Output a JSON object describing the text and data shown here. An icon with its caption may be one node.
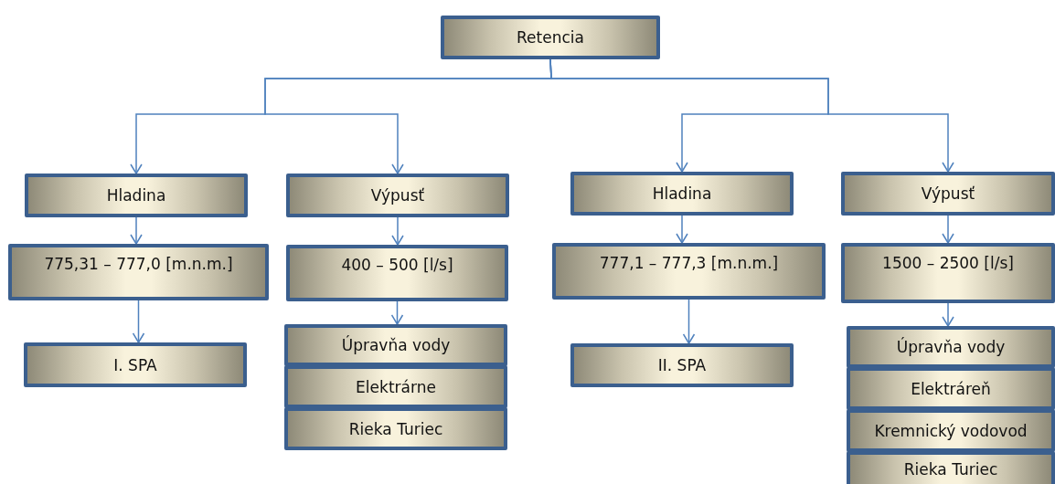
{
  "diagram": {
    "nodes": [
      {
        "text": [
          "Retencia"
        ]
      },
      {
        "text": [
          "Hladina"
        ]
      },
      {
        "text": [
          "775,31 – 777,0  [m.n.m.]"
        ]
      },
      {
        "text": [
          "I. SPA"
        ]
      },
      {
        "text": [
          "Výpusť"
        ]
      },
      {
        "text": [
          "400 – 500 [l/s]"
        ]
      },
      {
        "text": [
          "Úpravňa vody"
        ]
      },
      {
        "text": [
          "Elektrárne"
        ]
      },
      {
        "text": [
          "Rieka Turiec"
        ]
      },
      {
        "text": [
          "Hladina"
        ]
      },
      {
        "text": [
          "777,1 – 777,3 [m.n.m.]"
        ]
      },
      {
        "text": [
          "II. SPA"
        ]
      },
      {
        "text": [
          "Výpusť"
        ]
      },
      {
        "text": [
          "1500 – 2500 [l/s]"
        ]
      },
      {
        "text": [
          "Úpravňa vody"
        ]
      },
      {
        "text": [
          "Elektráreň"
        ]
      },
      {
        "text": [
          "Kremnický vodovod"
        ]
      },
      {
        "text": [
          "Rieka Turiec"
        ]
      }
    ],
    "edges": [
      {
        "from": 0,
        "to": 1,
        "arrow": "to"
      },
      {
        "from": 0,
        "to": 4,
        "arrow": "to"
      },
      {
        "from": 0,
        "to": 9,
        "arrow": "to"
      },
      {
        "from": 0,
        "to": 12,
        "arrow": "to"
      },
      {
        "from": 1,
        "to": 2,
        "arrow": "to"
      },
      {
        "from": 2,
        "to": 3,
        "arrow": "to"
      },
      {
        "from": 4,
        "to": 5,
        "arrow": "to"
      },
      {
        "from": 5,
        "to": 6,
        "arrow": "to"
      },
      {
        "from": 9,
        "to": 10,
        "arrow": "to"
      },
      {
        "from": 10,
        "to": 11,
        "arrow": "to"
      },
      {
        "from": 12,
        "to": 13,
        "arrow": "to"
      },
      {
        "from": 13,
        "to": 14,
        "arrow": "to"
      }
    ]
  }
}
